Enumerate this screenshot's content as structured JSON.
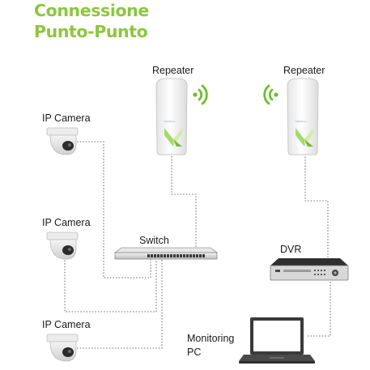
{
  "title": {
    "line1": "Connessione",
    "line2": "Punto-Punto"
  },
  "labels": {
    "repeater_left": "Repeater",
    "repeater_right": "Repeater",
    "camera_1": "IP Camera",
    "camera_2": "IP Camera",
    "camera_3": "IP Camera",
    "switch": "Switch",
    "dvr": "DVR",
    "pc_line1": "Monitoring",
    "pc_line2": "PC"
  },
  "colors": {
    "brand_green": "#8dc63f",
    "wire": "#777777"
  },
  "icons": [
    "repeater-device-icon",
    "wifi-signal-icon",
    "dome-camera-icon",
    "network-switch-icon",
    "dvr-recorder-icon",
    "laptop-icon"
  ]
}
